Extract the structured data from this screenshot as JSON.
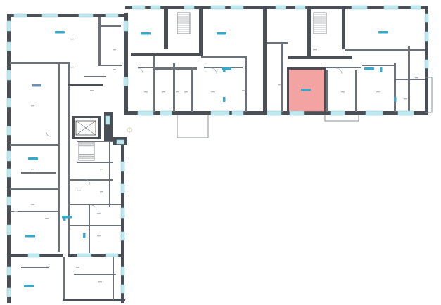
{
  "plan": {
    "background": "#ffffff",
    "wall_color": "#4a4f55",
    "window_color": "#bfe9ef",
    "badge_color": "#3ba7c6",
    "highlight_color": "#f4a3a3",
    "compass_icon": "compass-icon"
  },
  "apartments": [
    {
      "id": "apt-1",
      "badge": "",
      "highlighted": false
    },
    {
      "id": "apt-2",
      "badge": "",
      "highlighted": false
    },
    {
      "id": "apt-3",
      "badge": "",
      "highlighted": false
    },
    {
      "id": "apt-4",
      "badge": "",
      "highlighted": false
    },
    {
      "id": "apt-5",
      "badge": "",
      "highlighted": true
    },
    {
      "id": "apt-6",
      "badge": "",
      "highlighted": false
    },
    {
      "id": "apt-7",
      "badge": "",
      "highlighted": false
    },
    {
      "id": "apt-8",
      "badge": "",
      "highlighted": false
    },
    {
      "id": "apt-9",
      "badge": "",
      "highlighted": false
    },
    {
      "id": "apt-10",
      "badge": "",
      "highlighted": false
    },
    {
      "id": "apt-11",
      "badge": "",
      "highlighted": false
    },
    {
      "id": "apt-12",
      "badge": "",
      "highlighted": false
    }
  ]
}
